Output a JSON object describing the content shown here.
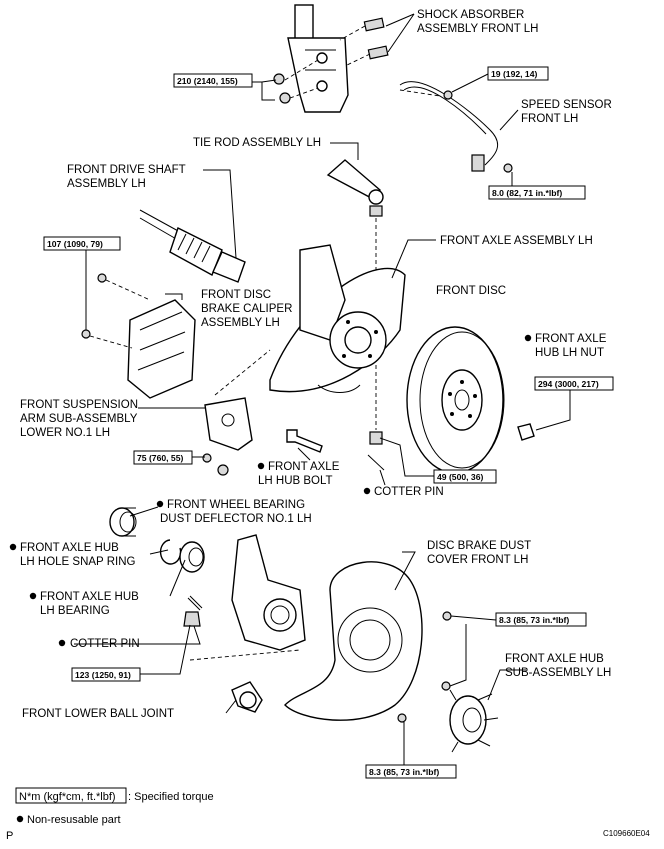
{
  "labels": {
    "shock_absorber": [
      "SHOCK ABSORBER",
      "ASSEMBLY FRONT LH"
    ],
    "speed_sensor": [
      "SPEED SENSOR",
      "FRONT LH"
    ],
    "tie_rod": [
      "TIE ROD ASSEMBLY LH"
    ],
    "drive_shaft": [
      "FRONT DRIVE SHAFT",
      "ASSEMBLY LH"
    ],
    "axle_assembly": [
      "FRONT AXLE ASSEMBLY LH"
    ],
    "front_disc": [
      "FRONT DISC"
    ],
    "caliper": [
      "FRONT DISC",
      "BRAKE CALIPER",
      "ASSEMBLY LH"
    ],
    "hub_nut": [
      "FRONT AXLE",
      "HUB LH NUT"
    ],
    "susp_arm": [
      "FRONT SUSPENSION",
      "ARM SUB-ASSEMBLY",
      "LOWER NO.1 LH"
    ],
    "hub_bolt": [
      "FRONT AXLE",
      "LH HUB BOLT"
    ],
    "cotter_pin_top": [
      "COTTER PIN"
    ],
    "dust_deflector": [
      "FRONT WHEEL BEARING",
      "DUST DEFLECTOR NO.1 LH"
    ],
    "snap_ring": [
      "FRONT AXLE HUB",
      "LH HOLE SNAP RING"
    ],
    "bearing": [
      "FRONT AXLE HUB",
      "LH BEARING"
    ],
    "dust_cover": [
      "DISC BRAKE DUST",
      "COVER FRONT LH"
    ],
    "cotter_pin_bottom": [
      "COTTER PIN"
    ],
    "hub_sub": [
      "FRONT AXLE HUB",
      "SUB-ASSEMBLY LH"
    ],
    "ball_joint": [
      "FRONT LOWER BALL JOINT"
    ]
  },
  "torques": {
    "t210": "210 (2140, 155)",
    "t19": "19 (192, 14)",
    "t8_0": "8.0 (82, 71 in.*lbf)",
    "t107": "107 (1090, 79)",
    "t294": "294 (3000, 217)",
    "t75": "75 (760, 55)",
    "t49": "49 (500, 36)",
    "t8_3a": "8.3 (85, 73 in.*lbf)",
    "t123": "123 (1250, 91)",
    "t8_3b": "8.3 (85, 73 in.*lbf)"
  },
  "legend": {
    "unit_box": "N*m (kgf*cm, ft.*lbf)",
    "unit_text": ": Specified torque",
    "non_reusable": "Non-resusable part"
  },
  "footer": {
    "left_mark": "P",
    "figure_id": "C109660E04"
  }
}
